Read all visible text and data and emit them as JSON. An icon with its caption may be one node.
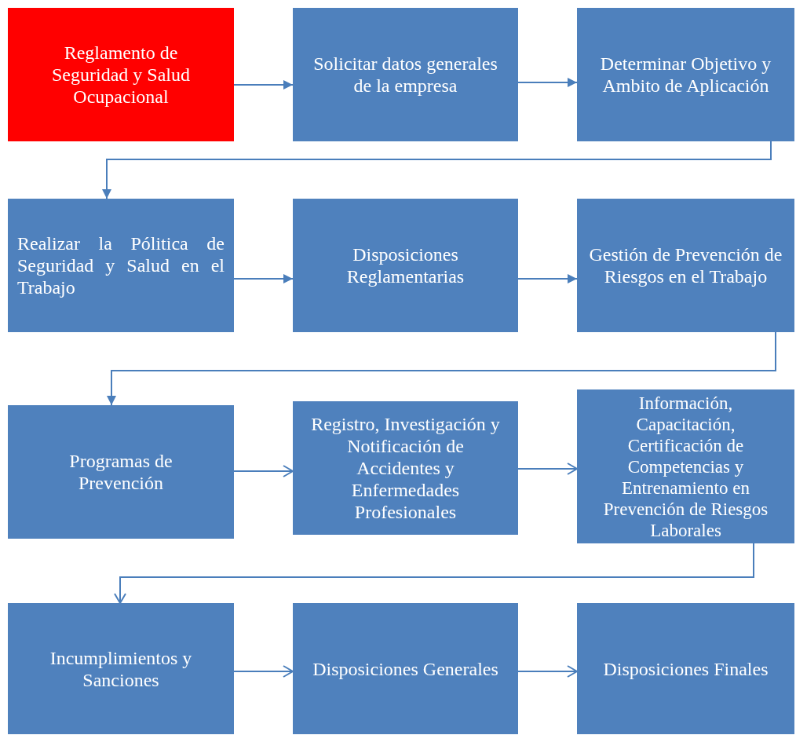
{
  "diagram": {
    "nodes": [
      {
        "text": [
          "Reglamento de Seguridad y Salud Ocupacional"
        ]
      },
      {
        "text": [
          "Solicitar datos generales de la empresa"
        ]
      },
      {
        "text": [
          "Determinar Objetivo y Ambito de Aplicación"
        ]
      },
      {
        "text": [
          "Realizar la Pólitica de Seguridad y Salud en el Trabajo"
        ]
      },
      {
        "text": [
          "Disposiciones Reglamentarias"
        ]
      },
      {
        "text": [
          "Gestión de Prevención de Riesgos en el Trabajo"
        ]
      },
      {
        "text": [
          "Programas de Prevención"
        ]
      },
      {
        "text": [
          "Registro, Investigación y Notificación de Accidentes y Enfermedades Profesionales"
        ]
      },
      {
        "text": [
          "Información, Capacitación, Certificación de Competencias y Entrenamiento en Prevención de Riesgos Laborales"
        ]
      },
      {
        "text": [
          "Incumplimientos y Sanciones"
        ]
      },
      {
        "text": [
          "Disposiciones Generales"
        ]
      },
      {
        "text": [
          "Disposiciones Finales"
        ]
      }
    ],
    "edges": [
      {
        "from": 0,
        "to": 1,
        "arrow": "to"
      },
      {
        "from": 1,
        "to": 2,
        "arrow": "to"
      },
      {
        "from": 2,
        "to": 3,
        "arrow": "to"
      },
      {
        "from": 3,
        "to": 4,
        "arrow": "to"
      },
      {
        "from": 4,
        "to": 5,
        "arrow": "to"
      },
      {
        "from": 5,
        "to": 6,
        "arrow": "to"
      },
      {
        "from": 6,
        "to": 7,
        "arrow": "to"
      },
      {
        "from": 7,
        "to": 8,
        "arrow": "to"
      },
      {
        "from": 8,
        "to": 9,
        "arrow": "to"
      },
      {
        "from": 9,
        "to": 10,
        "arrow": "to"
      },
      {
        "from": 10,
        "to": 11,
        "arrow": "to"
      }
    ]
  }
}
